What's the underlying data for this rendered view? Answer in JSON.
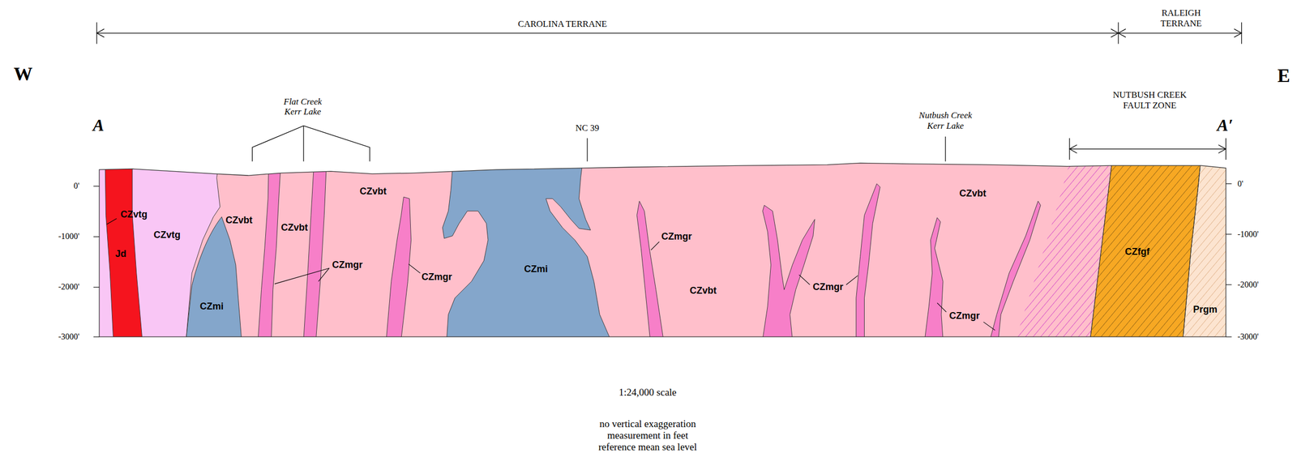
{
  "diagram": {
    "labels": [
      "CAROLINA TERRANE",
      "RALEIGH TERRANE",
      "W",
      "E",
      "NUTBUSH CREEK FAULT ZONE",
      "Flat Creek Kerr Lake",
      "Nutbush Creek Kerr Lake",
      "A",
      "NC 39",
      "A′",
      "0'",
      "0'",
      "CZvbt",
      "CZvbt",
      "CZvtg",
      "CZvbt",
      "CZvbt",
      "CZvtg",
      "-1000'",
      "-1000'",
      "CZmgr",
      "CZfgf",
      "Jd",
      "CZmgr",
      "CZmi",
      "CZmgr",
      "-2000'",
      "-2000'",
      "CZmgr",
      "CZvbt",
      "CZmi",
      "Prgm",
      "CZmgr",
      "-3000'",
      "-3000'",
      "1:24,000 scale",
      "no vertical exaggeration measurement in feet reference mean sea level"
    ]
  }
}
